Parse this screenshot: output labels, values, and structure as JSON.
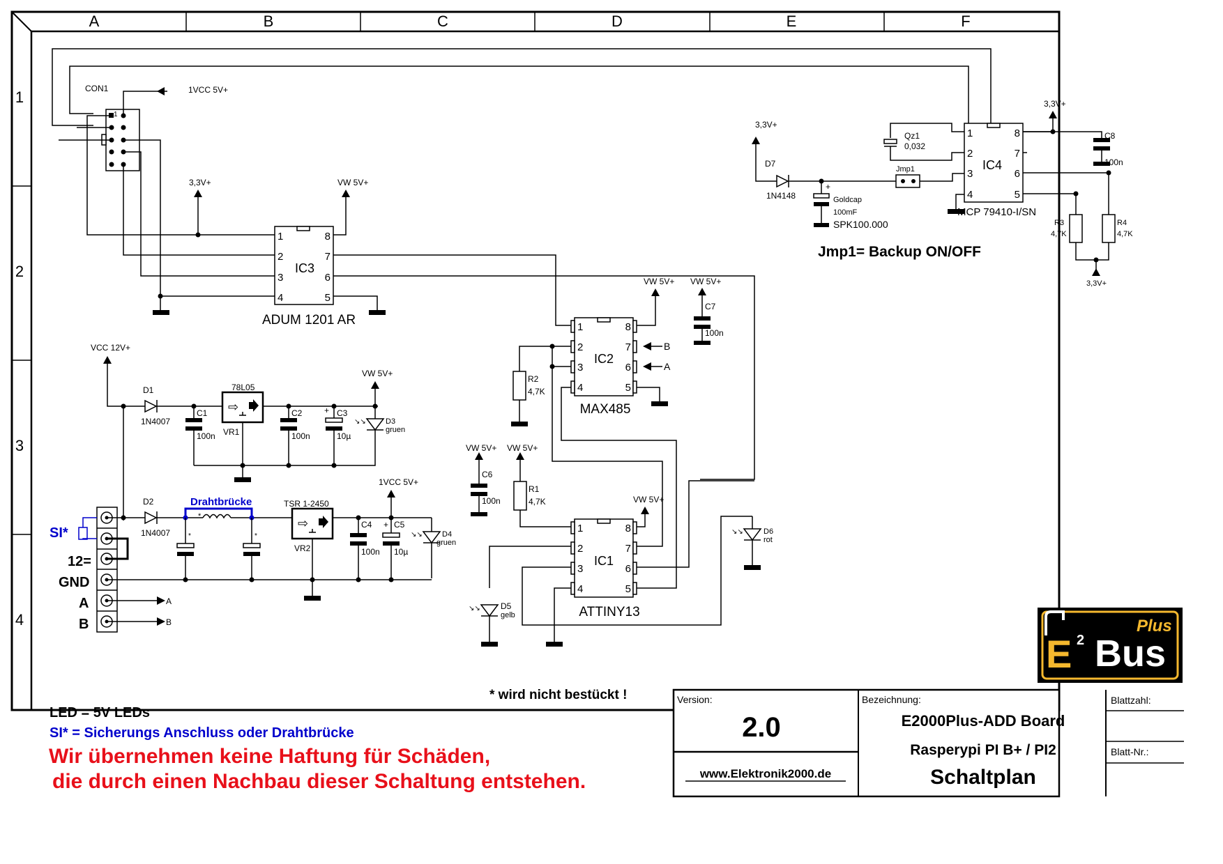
{
  "frame": {
    "columns": [
      "A",
      "B",
      "C",
      "D",
      "E",
      "F"
    ],
    "rows": [
      "1",
      "2",
      "3",
      "4"
    ]
  },
  "connectors": {
    "con1": {
      "ref": "CON1",
      "pin1_marker": "1"
    },
    "terminal_labels": {
      "si": "SI*",
      "v12": "12=",
      "gnd": "GND",
      "a": "A",
      "b": "B"
    },
    "out_a": "A",
    "out_b": "B"
  },
  "nets": {
    "vcc1_5v": "1VCC 5V+",
    "v33": "3,3V+",
    "vw5v": "VW 5V+",
    "vcc12v": "VCC 12V+"
  },
  "ic3": {
    "ref": "IC3",
    "part": "ADUM 1201 AR",
    "pins_left": [
      "1",
      "2",
      "3",
      "4"
    ],
    "pins_right": [
      "8",
      "7",
      "6",
      "5"
    ]
  },
  "ic2": {
    "ref": "IC2",
    "part": "MAX485",
    "pins_left": [
      "1",
      "2",
      "3",
      "4"
    ],
    "pins_right": [
      "8",
      "7",
      "6",
      "5"
    ],
    "in_b": "B",
    "in_a": "A"
  },
  "ic1": {
    "ref": "IC1",
    "part": "ATTINY13",
    "pins_left": [
      "1",
      "2",
      "3",
      "4"
    ],
    "pins_right": [
      "8",
      "7",
      "6",
      "5"
    ]
  },
  "ic4": {
    "ref": "IC4",
    "part": "MCP 79410-I/SN",
    "pins_left": [
      "1",
      "2",
      "3",
      "4"
    ],
    "pins_right": [
      "8",
      "7",
      "6",
      "5"
    ]
  },
  "components": {
    "d1": {
      "ref": "D1",
      "value": "1N4007"
    },
    "d2": {
      "ref": "D2",
      "value": "1N4007"
    },
    "d3": {
      "ref": "D3",
      "value": "gruen"
    },
    "d4": {
      "ref": "D4",
      "value": "gruen"
    },
    "d5": {
      "ref": "D5",
      "value": "gelb"
    },
    "d6": {
      "ref": "D6",
      "value": "rot"
    },
    "d7": {
      "ref": "D7",
      "value": "1N4148"
    },
    "vr1": {
      "ref": "VR1",
      "value": "78L05"
    },
    "vr2": {
      "ref": "VR2",
      "value": "TSR 1-2450"
    },
    "c1": {
      "ref": "C1",
      "value": "100n"
    },
    "c2": {
      "ref": "C2",
      "value": "100n"
    },
    "c3": {
      "ref": "C3",
      "value": "10µ",
      "polarity": "+"
    },
    "c4": {
      "ref": "C4",
      "value": "100n"
    },
    "c5": {
      "ref": "C5",
      "value": "10µ",
      "polarity": "+"
    },
    "c6": {
      "ref": "C6",
      "value": "100n"
    },
    "c7": {
      "ref": "C7",
      "value": "100n"
    },
    "c8": {
      "ref": "C8",
      "value": "100n"
    },
    "r1": {
      "ref": "R1",
      "value": "4,7K"
    },
    "r2": {
      "ref": "R2",
      "value": "4,7K"
    },
    "r3": {
      "ref": "R3",
      "value": "4,7K"
    },
    "r4": {
      "ref": "R4",
      "value": "4,7K"
    },
    "qz1": {
      "ref": "Qz1",
      "value": "0,032"
    },
    "jmp1": {
      "ref": "Jmp1"
    },
    "goldcap": {
      "name": "Goldcap",
      "value": "100mF",
      "part": "SPK100.000",
      "polarity": "+"
    },
    "drahtbruecke": {
      "label": "Drahtbrücke",
      "mark": "*"
    }
  },
  "notes": {
    "jmp1_note": "Jmp1= Backup ON/OFF",
    "not_populated": "* wird nicht bestückt !",
    "led_note": "LED = 5V LEDs",
    "si_note": "SI* = Sicherungs Anschluss oder Drahtbrücke",
    "disclaimer_1": "Wir übernehmen keine Haftung für Schäden,",
    "disclaimer_2": "die durch einen Nachbau dieser Schaltung entstehen."
  },
  "logo": {
    "main": "E",
    "sup": "2",
    "bus": "Bus",
    "plus": "Plus",
    "colors": {
      "bg": "#000000",
      "accent": "#f5b82e",
      "text": "#ffffff"
    }
  },
  "title_block": {
    "version_label": "Version:",
    "version": "2.0",
    "website": "www.Elektronik2000.de",
    "designation_label": "Bezeichnung:",
    "line1": "E2000Plus-ADD Board",
    "line2": "Rasperypi PI B+ / PI2",
    "line3": "Schaltplan",
    "sheet_count_label": "Blattzahl:",
    "sheet_no_label": "Blatt-Nr.:"
  },
  "colors": {
    "ink": "#000000",
    "note_blue": "#0000cc",
    "warning_red": "#e8101a"
  }
}
